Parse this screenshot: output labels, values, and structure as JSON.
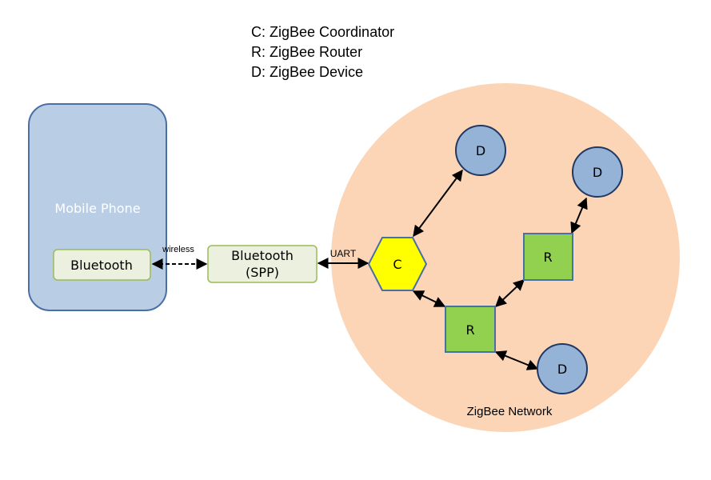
{
  "legend": {
    "line1": "C: ZigBee Coordinator",
    "line2": "R: ZigBee Router",
    "line3": "D: ZigBee Device"
  },
  "phone": {
    "label": "Mobile Phone",
    "bluetooth": "Bluetooth"
  },
  "links": {
    "wireless": "wireless",
    "uart": "UART"
  },
  "bt_module": {
    "line1": "Bluetooth",
    "line2": "(SPP)"
  },
  "network": {
    "label": "ZigBee Network",
    "coordinator": "C",
    "router1": "R",
    "router2": "R",
    "device1": "D",
    "device2": "D",
    "device3": "D"
  },
  "colors": {
    "phone_fill": "#b9cde5",
    "phone_stroke": "#4a6fa5",
    "bt_fill": "#ebf1de",
    "bt_stroke": "#9bbb59",
    "network_fill": "#fbd5b5",
    "coordinator_fill": "#ffff00",
    "coordinator_stroke": "#4a6fa5",
    "router_fill": "#92d050",
    "router_stroke": "#4a6fa5",
    "device_fill": "#95b3d7",
    "device_stroke": "#1f3864"
  }
}
